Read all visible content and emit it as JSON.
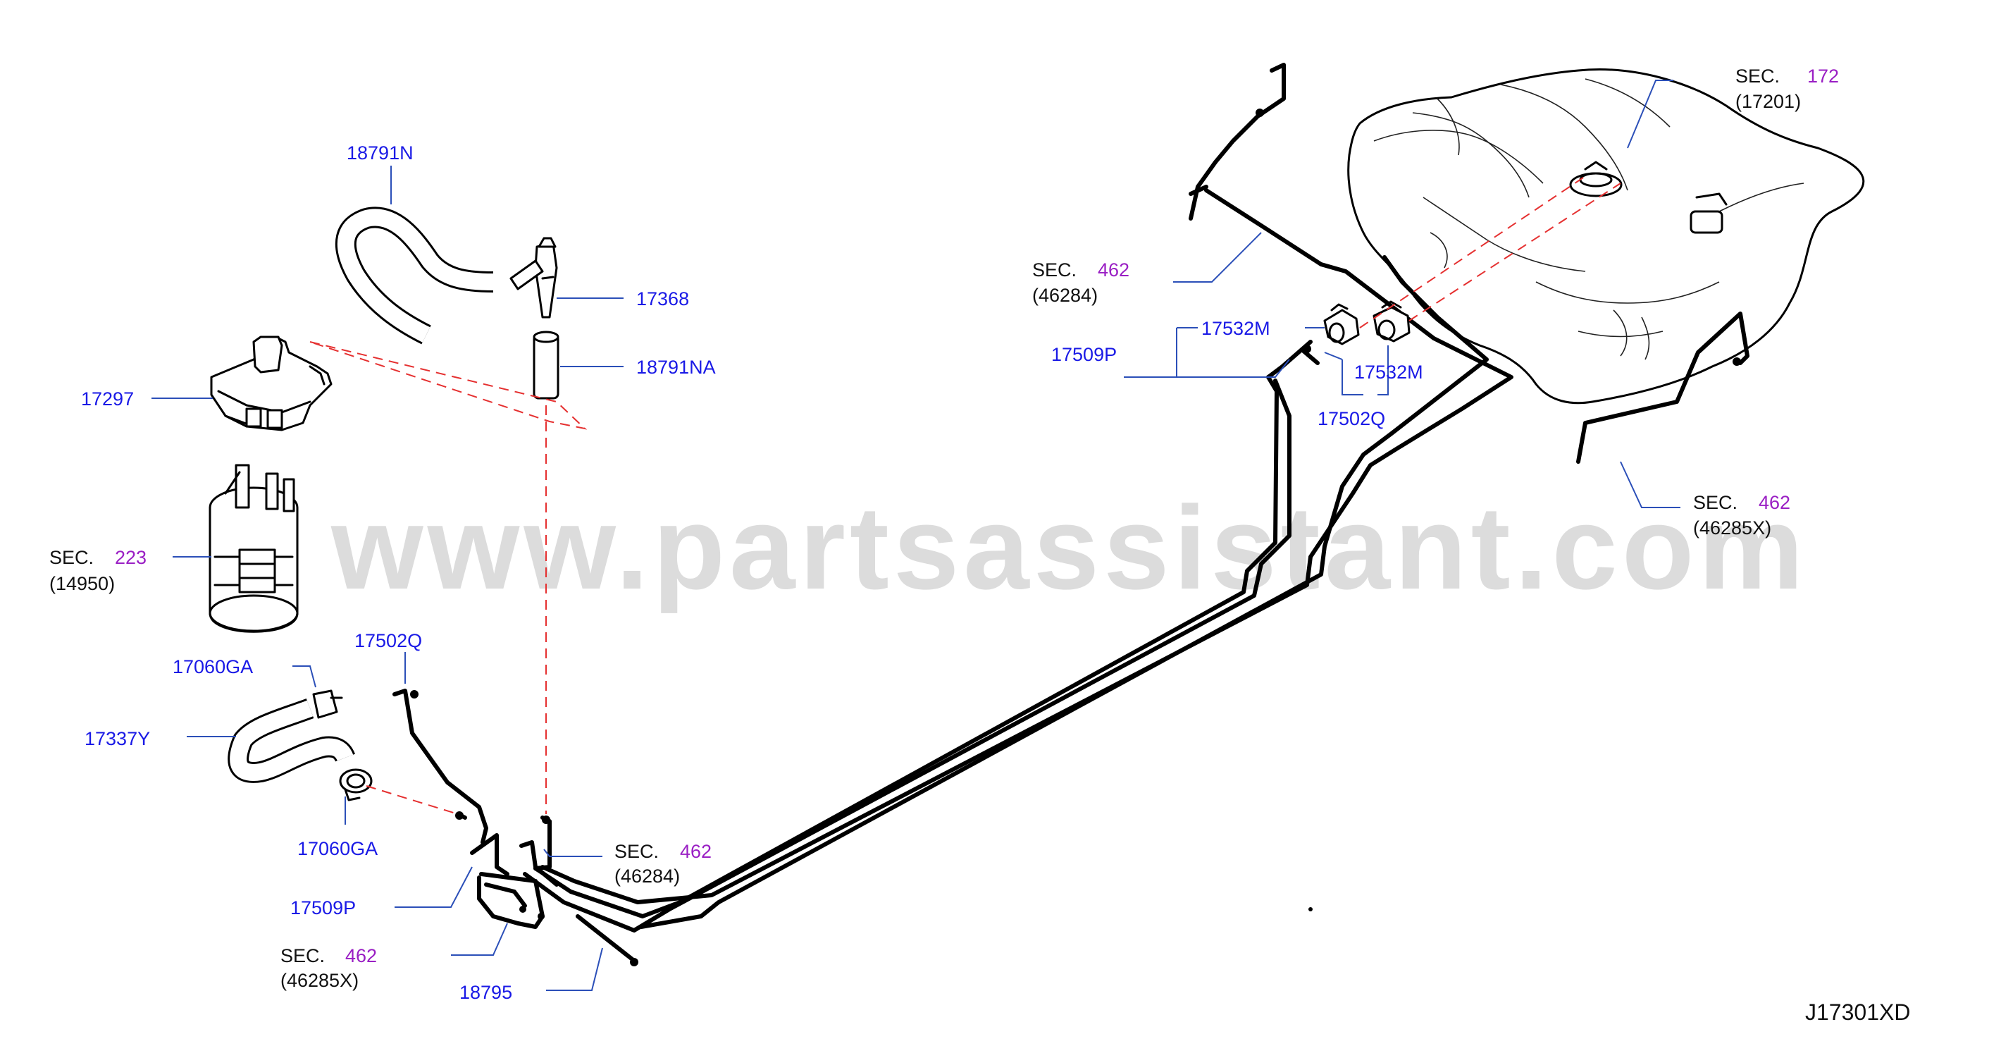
{
  "watermark": "www.partsassistant.com",
  "diagram_code": "J17301XD",
  "labels": {
    "p18791N": "18791N",
    "p17368": "17368",
    "p18791NA": "18791NA",
    "p17297": "17297",
    "p17060GA_top": "17060GA",
    "p17337Y": "17337Y",
    "p17060GA_bottom": "17060GA",
    "p17502Q_left": "17502Q",
    "p17509P_left": "17509P",
    "p18795": "18795",
    "p17532M_top": "17532M",
    "p17509P_right": "17509P",
    "p17532M_right": "17532M",
    "p17502Q_right": "17502Q"
  },
  "sections": {
    "s223": {
      "prefix": "SEC.",
      "number": "223",
      "ref": "(14950)"
    },
    "s172": {
      "prefix": "SEC.",
      "number": "172",
      "ref": "(17201)"
    },
    "s462_tr": {
      "prefix": "SEC.",
      "number": "462",
      "ref": "(46284)"
    },
    "s462_r": {
      "prefix": "SEC.",
      "number": "462",
      "ref": "(46285X)"
    },
    "s462_bl": {
      "prefix": "SEC.",
      "number": "462",
      "ref": "(46284)"
    },
    "s462_bll": {
      "prefix": "SEC.",
      "number": "462",
      "ref": "(46285X)"
    }
  },
  "colors": {
    "part_number": "#1a1ae6",
    "section_number": "#9a1fc4",
    "leader": "#2b4fb8",
    "dashed_guide": "#e53030",
    "watermark": "#dcdcdc"
  }
}
